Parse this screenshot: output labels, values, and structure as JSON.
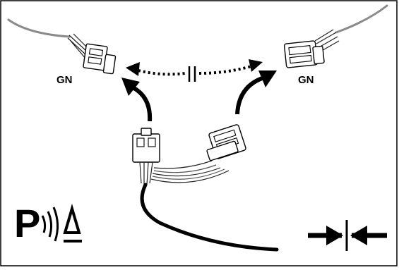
{
  "labels": {
    "left_connector": "GN",
    "right_connector": "GN"
  },
  "icons": {
    "park_assist": "park-distance-sensor-symbol",
    "disconnect": "connector-separation-symbol",
    "link_break": "break-line-symbol"
  },
  "colors": {
    "line": "#000000",
    "cable": "#8a8a8a",
    "background": "#ffffff"
  }
}
